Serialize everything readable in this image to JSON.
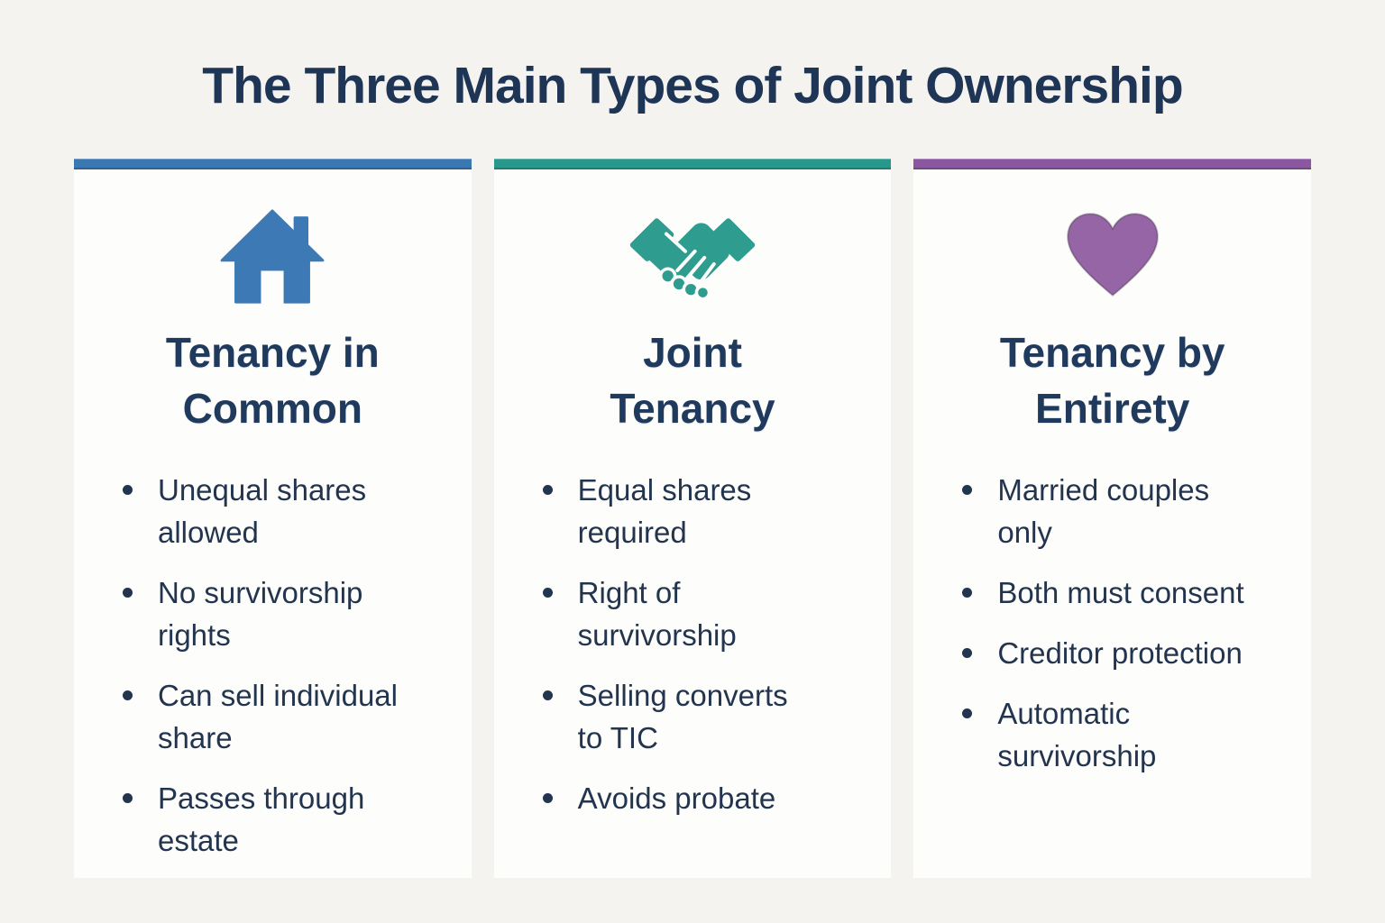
{
  "page": {
    "background_color": "#f4f3f0",
    "title": "The Three Main Types of Joint Ownership",
    "title_color": "#1e3556",
    "text_color": "#22344e"
  },
  "columns": [
    {
      "heading": "Tenancy in\nCommon",
      "icon": "house-icon",
      "accent_color": "#3a78b3",
      "icon_color": "#3d7ab5",
      "bullets": [
        "Unequal shares\nallowed",
        "No survivorship\nrights",
        "Can sell individual\nshare",
        "Passes through\nestate"
      ]
    },
    {
      "heading": "Joint\nTenancy",
      "icon": "handshake-icon",
      "accent_color": "#27988b",
      "icon_color": "#2e9c8e",
      "bullets": [
        "Equal shares\nrequired",
        "Right of\nsurvivorship",
        "Selling converts\nto TIC",
        "Avoids probate"
      ]
    },
    {
      "heading": "Tenancy by\nEntirety",
      "icon": "heart-icon",
      "accent_color": "#8b57a1",
      "icon_color": "#9565a5",
      "bullets": [
        "Married couples\nonly",
        "Both must consent",
        "Creditor protection",
        "Automatic\nsurvivorship"
      ]
    }
  ]
}
